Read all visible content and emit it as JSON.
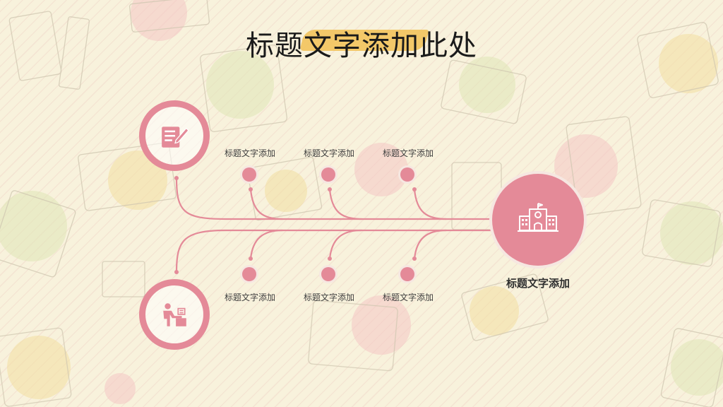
{
  "title": "标题文字添加此处",
  "hub": {
    "label": "标题文字添加",
    "icon": "school-building-icon"
  },
  "top_icon": "writing-pad-icon",
  "bottom_icon": "person-at-desk-icon",
  "top_branches": [
    {
      "label": "标题文字添加"
    },
    {
      "label": "标题文字添加"
    },
    {
      "label": "标题文字添加"
    }
  ],
  "bottom_branches": [
    {
      "label": "标题文字添加"
    },
    {
      "label": "标题文字添加"
    },
    {
      "label": "标题文字添加"
    }
  ],
  "colors": {
    "accent": "#e48a98",
    "highlight": "#f2c35c",
    "background": "#f8f2dc"
  }
}
